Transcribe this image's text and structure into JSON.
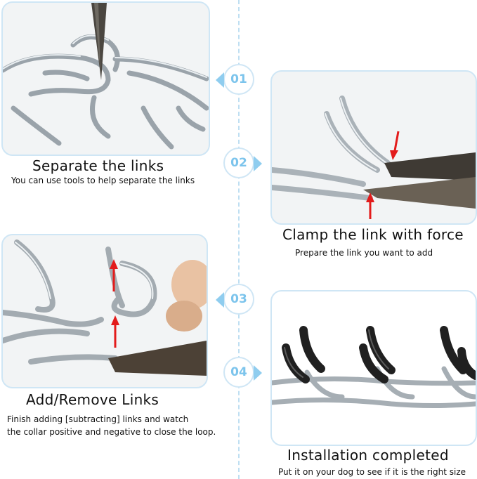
{
  "steps": [
    {
      "number": "01",
      "title": "Separate the links",
      "description": [
        "You can use tools to help separate the links"
      ]
    },
    {
      "number": "02",
      "title": "Clamp the link with force",
      "description": [
        "Prepare the link you want to add"
      ]
    },
    {
      "number": "03",
      "title": "Add/Remove Links",
      "description": [
        "Finish adding [subtracting] links and watch",
        "the collar positive and negative to close the loop."
      ]
    },
    {
      "number": "04",
      "title": "Installation completed",
      "description": [
        "Put it on your dog to see if it is the right size"
      ]
    }
  ],
  "colors": {
    "accent": "#7cc4ec",
    "border": "#cfe6f5",
    "arrow": "#e31b1b"
  }
}
